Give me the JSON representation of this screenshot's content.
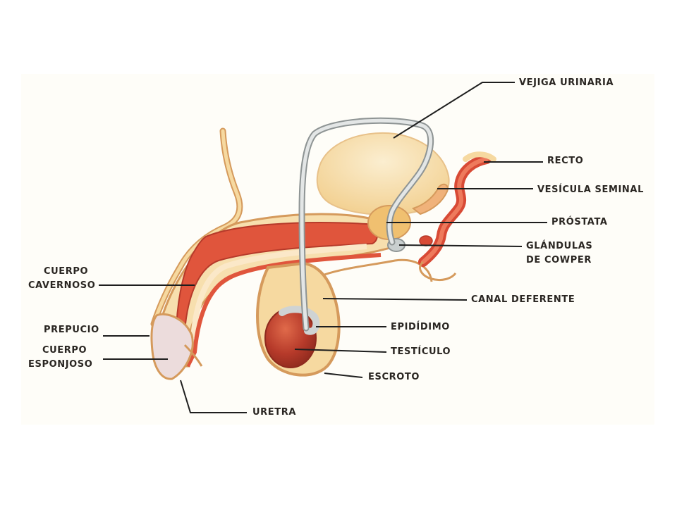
{
  "labels": {
    "vejiga_urinaria": "VEJIGA URINARIA",
    "recto": "RECTO",
    "vesicula_seminal": "VESÍCULA SEMINAL",
    "prostata": "PRÓSTATA",
    "glandulas_cowper_1": "GLÁNDULAS",
    "glandulas_cowper_2": "DE COWPER",
    "canal_deferente": "CANAL DEFERENTE",
    "epididimo": "EPIDÍDIMO",
    "testiculo": "TESTÍCULO",
    "escroto": "ESCROTO",
    "cuerpo_cavernoso_1": "CUERPO",
    "cuerpo_cavernoso_2": "CAVERNOSO",
    "prepucio": "PREPUCIO",
    "cuerpo_esponjoso_1": "CUERPO",
    "cuerpo_esponjoso_2": "ESPONJOSO",
    "uretra": "URETRA"
  },
  "colors": {
    "background": "#ffffff",
    "panel": "#fefdf8",
    "skin": "#f6d9a0",
    "outline": "#d59a5c",
    "red_tissue": "#e0553c",
    "dark_red": "#b63a2a",
    "bladder": "#f4d9a4",
    "gray_duct": "#d8dcdc",
    "leader_line": "#1e1e1e",
    "label_text": "#2a2622"
  }
}
